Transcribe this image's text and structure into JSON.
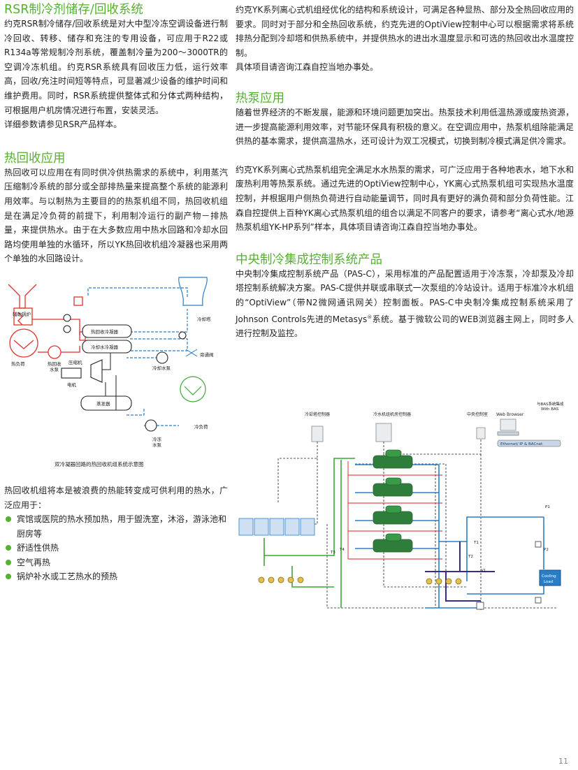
{
  "left": {
    "rsr_title": "RSR制冷剂储存/回收系统",
    "rsr_p1": "约克RSR制冷储存/回收系统是对大中型冷冻空调设备进行制冷回收、转移、储存和充注的专用设备，可应用于R22或R134a等常规制冷剂系统，覆盖制冷量为200～3000TR的空调冷冻机组。约克RSR系统具有回收压力低，运行效率高，回收/充注时间短等特点，可显著减少设备的维护时间和维护费用。同时，RSR系统提供整体式和分体式两种结构，可根据用户机房情况进行布置，安装灵活。",
    "rsr_p2": "详细参数请参见RSR产品样本。",
    "heat_title": "热回收应用",
    "heat_p1": "热回收可以应用在有同时供冷供热需求的系统中，利用蒸汽压缩制冷系统的部分或全部排热量来提高整个系统的能源利用效率。与以制热为主要目的的热泵机组不同，热回收机组是在满足冷负荷的前提下，利用制冷运行的副产物－排热量，来提供热水。由于在大多数应用中热水回路和冷却水回路均使用单独的水循环，所以YK热回收机组冷凝器也采用两个单独的水回路设计。",
    "diagram_caption": "双冷凝器回路的热回收机组系统示意图",
    "heat_p2": "热回收机组将本是被浪费的热能转变成可供利用的热水，广泛应用于：",
    "bullets": [
      "宾馆或医院的热水预加热，用于盥洗室，沐浴，游泳池和厨房等",
      "舒适性供热",
      "空气再热",
      "锅炉补水或工艺热水的预热"
    ]
  },
  "diagram1": {
    "boiler": "辅助锅炉",
    "cooling_tower": "冷却塔",
    "heat_cond": "热回收冷凝器",
    "cool_cond": "冷却水冷凝器",
    "bypass": "旁通阀",
    "heat_load": "热负荷",
    "heat_pump": "热回收",
    "heat_pump2": "水泵",
    "cool_pump": "冷却水泵",
    "compressor": "压缩机",
    "motor": "电机",
    "evaporator": "蒸发器",
    "chw_pump": "冷冻",
    "chw_pump2": "水泵",
    "cool_load": "冷负荷"
  },
  "right": {
    "yk_p1": "约克YK系列离心式机组经优化的结构和系统设计，可满足各种显热、部分及全热回收应用的要求。同时对于部分和全热回收系统，约克先进的OptiView控制中心可以根据需求将系统排热分配到冷却塔和供热系统中，并提供热水的进出水温度显示和可选的热回收出水温度控制。",
    "yk_p2": "具体项目请咨询江森自控当地办事处。",
    "hp_title": "热泵应用",
    "hp_p1": "随着世界经济的不断发展，能源和环境问题更加突出。热泵技术利用低温热源或废热资源，进一步提高能源利用效率，对节能环保具有积极的意义。在空调应用中，热泵机组除能满足供热的基本需求，提供高温热水，还可设计为双工况模式，切换到制冷模式满足供冷需求。",
    "hp_p2": "约克YK系列离心式热泵机组完全满足水水热泵的需求，可广泛应用于各种地表水，地下水和废热利用等热泵系统。通过先进的OptiView控制中心，YK离心式热泵机组可实现热水温度控制，并根据用户侧热负荷进行自动能量调节，同时具有更好的满负荷和部分负荷性能。江森自控提供上百种YK离心式热泵机组的组合以满足不同客户的要求，请参考“离心式水/地源热泵机组YK-HP系列”样本，具体项目请咨询江森自控当地办事处。",
    "cc_title": "中央制冷集成控制系统产品",
    "cc_p1": "中央制冷集成控制系统产品（PAS-C），采用标准的产品配置适用于冷冻泵，冷却泵及冷却塔控制系统解决方案。PAS-C提供并联或串联式一次泵组的冷站设计。适用于标准冷水机组的“OptiView”（带N2微网通讯网关）控制面板。PAS-C中央制冷集成控制系统采用了Johnson Controls先进的Metasys",
    "cc_reg": "®",
    "cc_p1b": "系统。基于微软公司的WEB浏览器主网上，同时多人进行控制及监控。"
  },
  "diagram2": {
    "ct_controller": "冷却塔控制器",
    "room_controller": "冷水机组机房控制器",
    "central_room": "中央控制室",
    "web_browser": "Web Browser",
    "bas1": "与BAS系统集成",
    "bas2": "With BAS",
    "network": "Ethernet/ IP & BACnet",
    "t1": "T1",
    "t2": "T2",
    "t3": "T3",
    "t4": "T4",
    "v1": "V1",
    "p1": "P1",
    "p2": "P2",
    "load1": "Cooling",
    "load2": "Load"
  },
  "page_number": "11",
  "colors": {
    "accent": "#55b230",
    "hot": "#e0322c",
    "water": "#2a7ec6",
    "green_pipe": "#3aa935",
    "ctrl": "#e31b23"
  }
}
